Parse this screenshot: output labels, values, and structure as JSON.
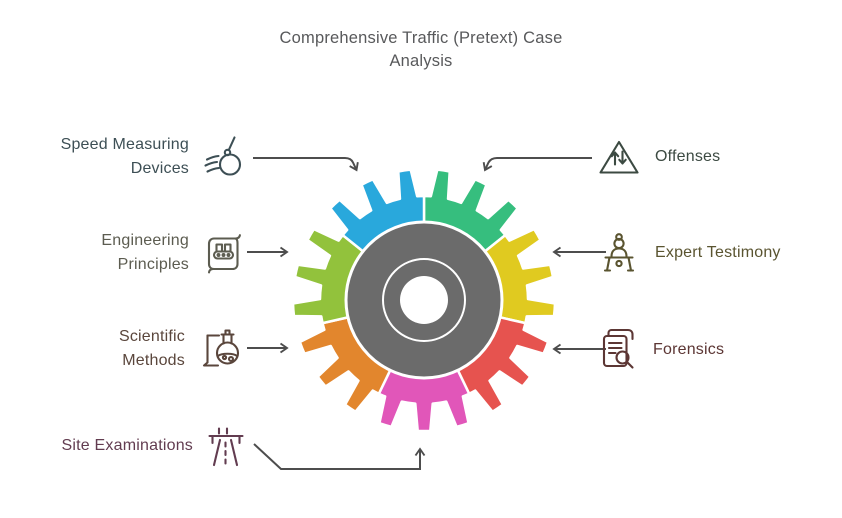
{
  "title": "Comprehensive Traffic (Pretext) Case\nAnalysis",
  "title_color": "#58595B",
  "arrow_color": "#4D4D4D",
  "gear": {
    "hub_color": "#6B6B6B",
    "ring_color": "#FFFFFF",
    "teeth_per_segment": 3,
    "segments": [
      {
        "id": "offenses",
        "label": "Offenses",
        "color": "#36BE7E"
      },
      {
        "id": "expert-testimony",
        "label": "Expert Testimony",
        "color": "#E0CA20"
      },
      {
        "id": "forensics",
        "label": "Forensics",
        "color": "#E6534F"
      },
      {
        "id": "site-examinations",
        "label": "Site Examinations",
        "color": "#E156B9"
      },
      {
        "id": "scientific-methods",
        "label": "Scientific Methods",
        "color": "#E2862D"
      },
      {
        "id": "engineering-principles",
        "label": "Engineering Principles",
        "color": "#92C23C"
      },
      {
        "id": "speed-measuring-devices",
        "label": "Speed Measuring Devices",
        "color": "#29A8DC"
      }
    ]
  },
  "labels": {
    "left": [
      {
        "text": "Speed Measuring\nDevices",
        "icon": "speed-gauge-icon",
        "color": "#3D4F55"
      },
      {
        "text": "Engineering\nPrinciples",
        "icon": "blueprint-icon",
        "color": "#5C5C50"
      },
      {
        "text": "Scientific\nMethods",
        "icon": "flask-icon",
        "color": "#5A463C"
      },
      {
        "text": "Site Examinations",
        "icon": "road-gantry-icon",
        "color": "#623C50"
      }
    ],
    "right": [
      {
        "text": "Offenses",
        "icon": "warning-triangle-icon",
        "color": "#3C4A42"
      },
      {
        "text": "Expert Testimony",
        "icon": "podium-icon",
        "color": "#5A5430"
      },
      {
        "text": "Forensics",
        "icon": "clipboard-search-icon",
        "color": "#5C3634"
      }
    ]
  }
}
